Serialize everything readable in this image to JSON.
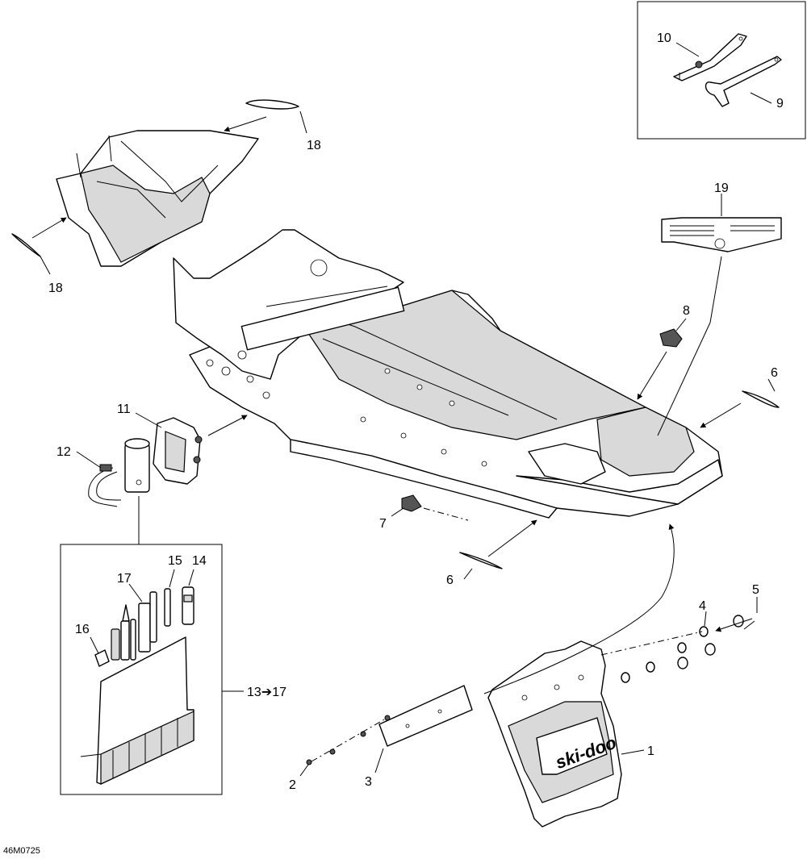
{
  "diagram_code": "46M0725",
  "callouts": {
    "c1": "1",
    "c2": "2",
    "c3": "3",
    "c4": "4",
    "c5": "5",
    "c6a": "6",
    "c6b": "6",
    "c7": "7",
    "c8": "8",
    "c9": "9",
    "c10": "10",
    "c11": "11",
    "c12": "12",
    "c13": "13➔17",
    "c14": "14",
    "c15": "15",
    "c16": "16",
    "c17": "17",
    "c18a": "18",
    "c18b": "18",
    "c19": "19"
  },
  "mudflap_logo": "ski-doo"
}
